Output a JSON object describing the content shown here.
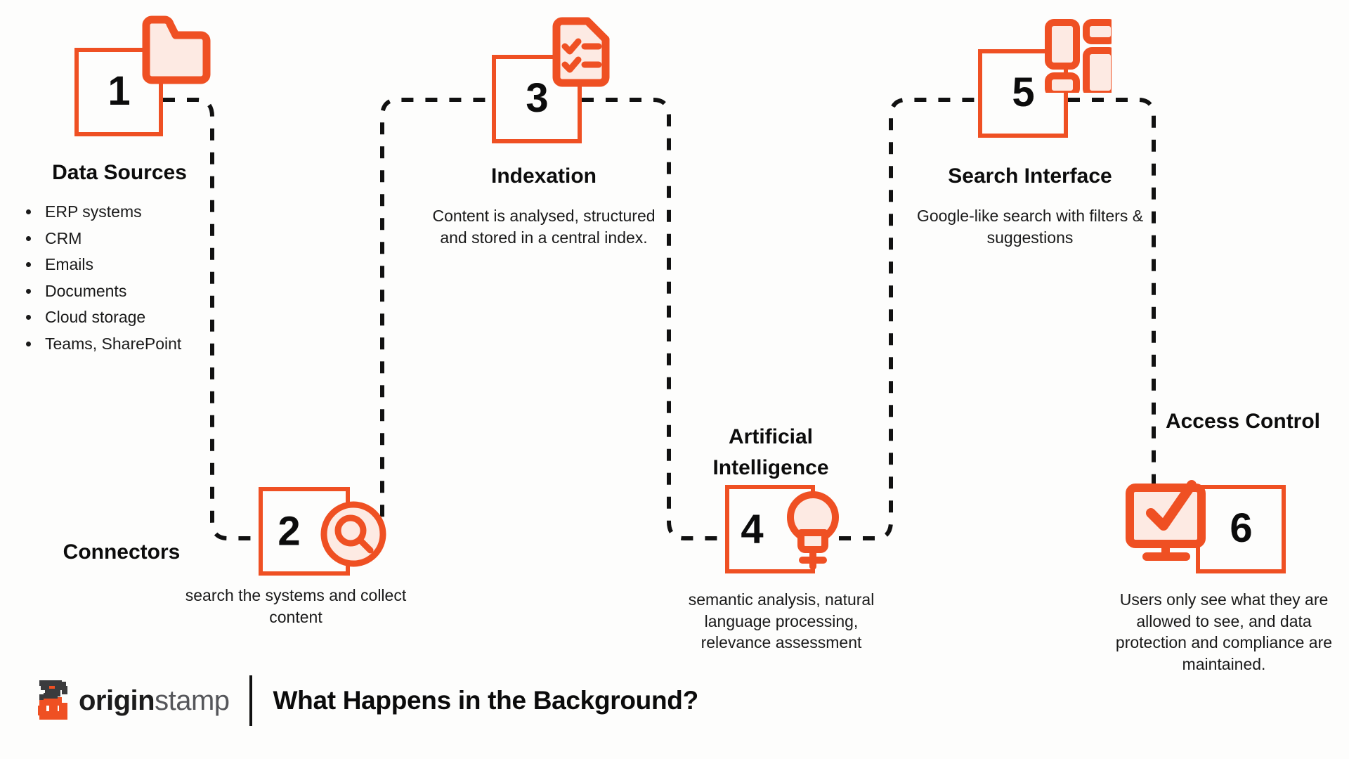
{
  "theme": {
    "accent": "#ef5023",
    "accent_fill": "#fdeae3",
    "text": "#111111",
    "background": "#fdfdfc",
    "connector": "#111111"
  },
  "steps": [
    {
      "number": "1",
      "title": "Data Sources",
      "icon": "folder-icon",
      "bullets": [
        "ERP systems",
        "CRM",
        "Emails",
        "Documents",
        "Cloud storage",
        "Teams, SharePoint"
      ],
      "description": ""
    },
    {
      "number": "2",
      "title": "Connectors",
      "icon": "magnifier-icon",
      "bullets": [],
      "description": "search the systems and collect content"
    },
    {
      "number": "3",
      "title": "Indexation",
      "icon": "checklist-document-icon",
      "bullets": [],
      "description": "Content is analysed, structured and stored in a central index."
    },
    {
      "number": "4",
      "title": "Artificial Intelligence",
      "icon": "lightbulb-icon",
      "bullets": [],
      "description": "semantic analysis, natural language processing, relevance assessment"
    },
    {
      "number": "5",
      "title": "Search Interface",
      "icon": "layout-grid-icon",
      "bullets": [],
      "description": "Google-like search with filters & suggestions"
    },
    {
      "number": "6",
      "title": "Access Control",
      "icon": "monitor-check-icon",
      "bullets": [],
      "description": "Users only see what they are allowed to see, and data protection and compliance are maintained."
    }
  ],
  "footer": {
    "logo_icon": "originstamp-s-mark-icon",
    "logo_bold": "origin",
    "logo_light": "stamp",
    "title": "What Happens in the Background?"
  }
}
